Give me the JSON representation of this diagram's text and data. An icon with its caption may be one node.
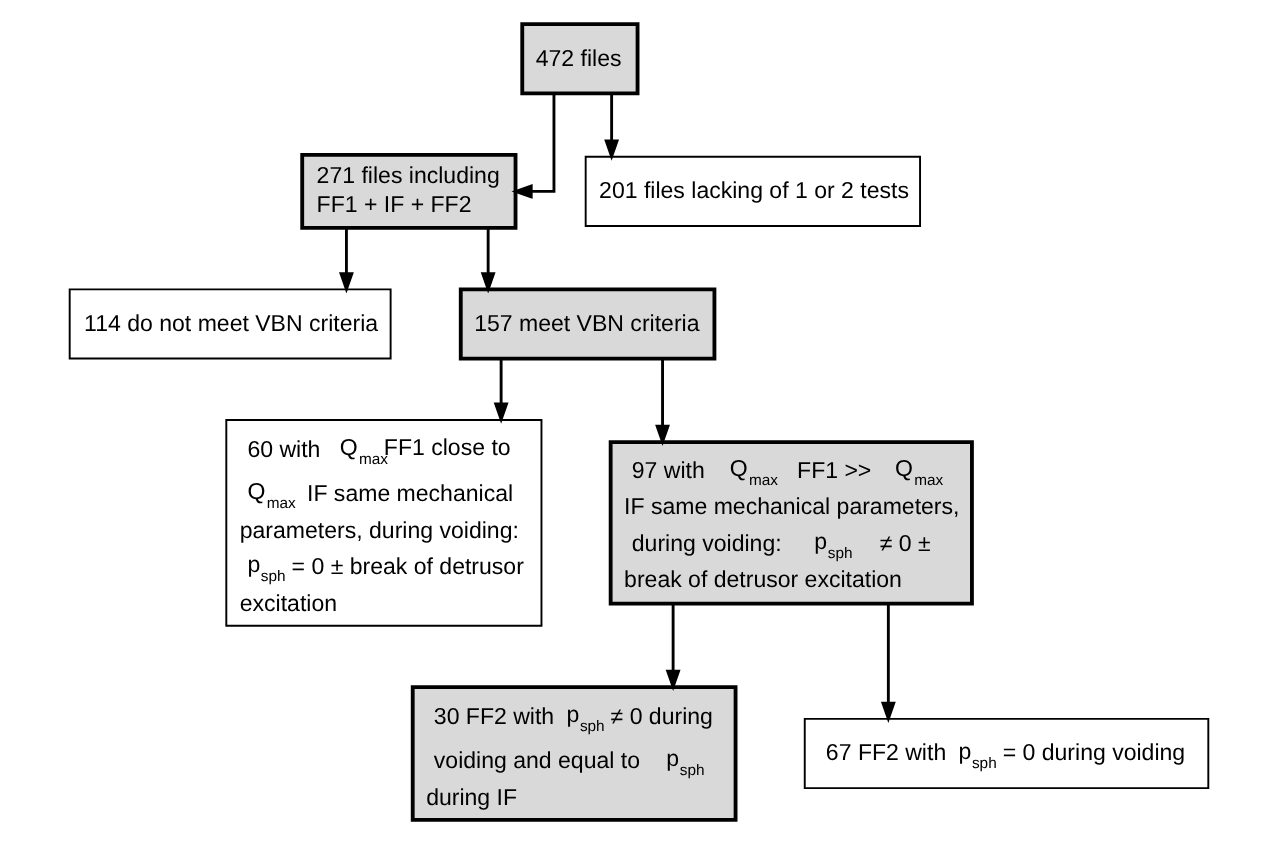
{
  "diagram": {
    "nodes": [
      {
        "text": [
          "472 files"
        ]
      },
      {
        "text": [
          "271 files including FF1 + IF + FF2"
        ]
      },
      {
        "text": [
          "201 files lacking of 1 or 2 tests"
        ]
      },
      {
        "text": [
          "114 do not meet VBN criteria"
        ]
      },
      {
        "text": [
          "157 meet VBN criteria"
        ]
      },
      {
        "text": [
          "60 with Q$_{max}$FF1 close to Q$_{max}$ IF same mechanical parameters, during voiding: p$_{sph}$ = 0 ± break of detrusor excitation"
        ]
      },
      {
        "text": [
          "97 with Q$_{max}$ FF1 >> Q$_{max}$ IF same mechanical parameters, during voiding: p$_{sph}$ ≠ 0 ± break of detrusor excitation"
        ]
      },
      {
        "text": [
          "30 FF2 with p$_{sph}$ ≠ 0 during voiding and equal to p$_{sph}$ during IF"
        ]
      },
      {
        "text": [
          "67 FF2 with p$_{sph}$ = 0 during voiding"
        ]
      }
    ],
    "edges": [
      {
        "from": 0,
        "to": 1,
        "arrow": "to"
      },
      {
        "from": 0,
        "to": 2,
        "arrow": "to"
      },
      {
        "from": 1,
        "to": 3,
        "arrow": "to"
      },
      {
        "from": 1,
        "to": 4,
        "arrow": "to"
      },
      {
        "from": 4,
        "to": 5,
        "arrow": "to"
      },
      {
        "from": 4,
        "to": 6,
        "arrow": "to"
      },
      {
        "from": 6,
        "to": 7,
        "arrow": "to"
      },
      {
        "from": 6,
        "to": 8,
        "arrow": "to"
      }
    ]
  }
}
